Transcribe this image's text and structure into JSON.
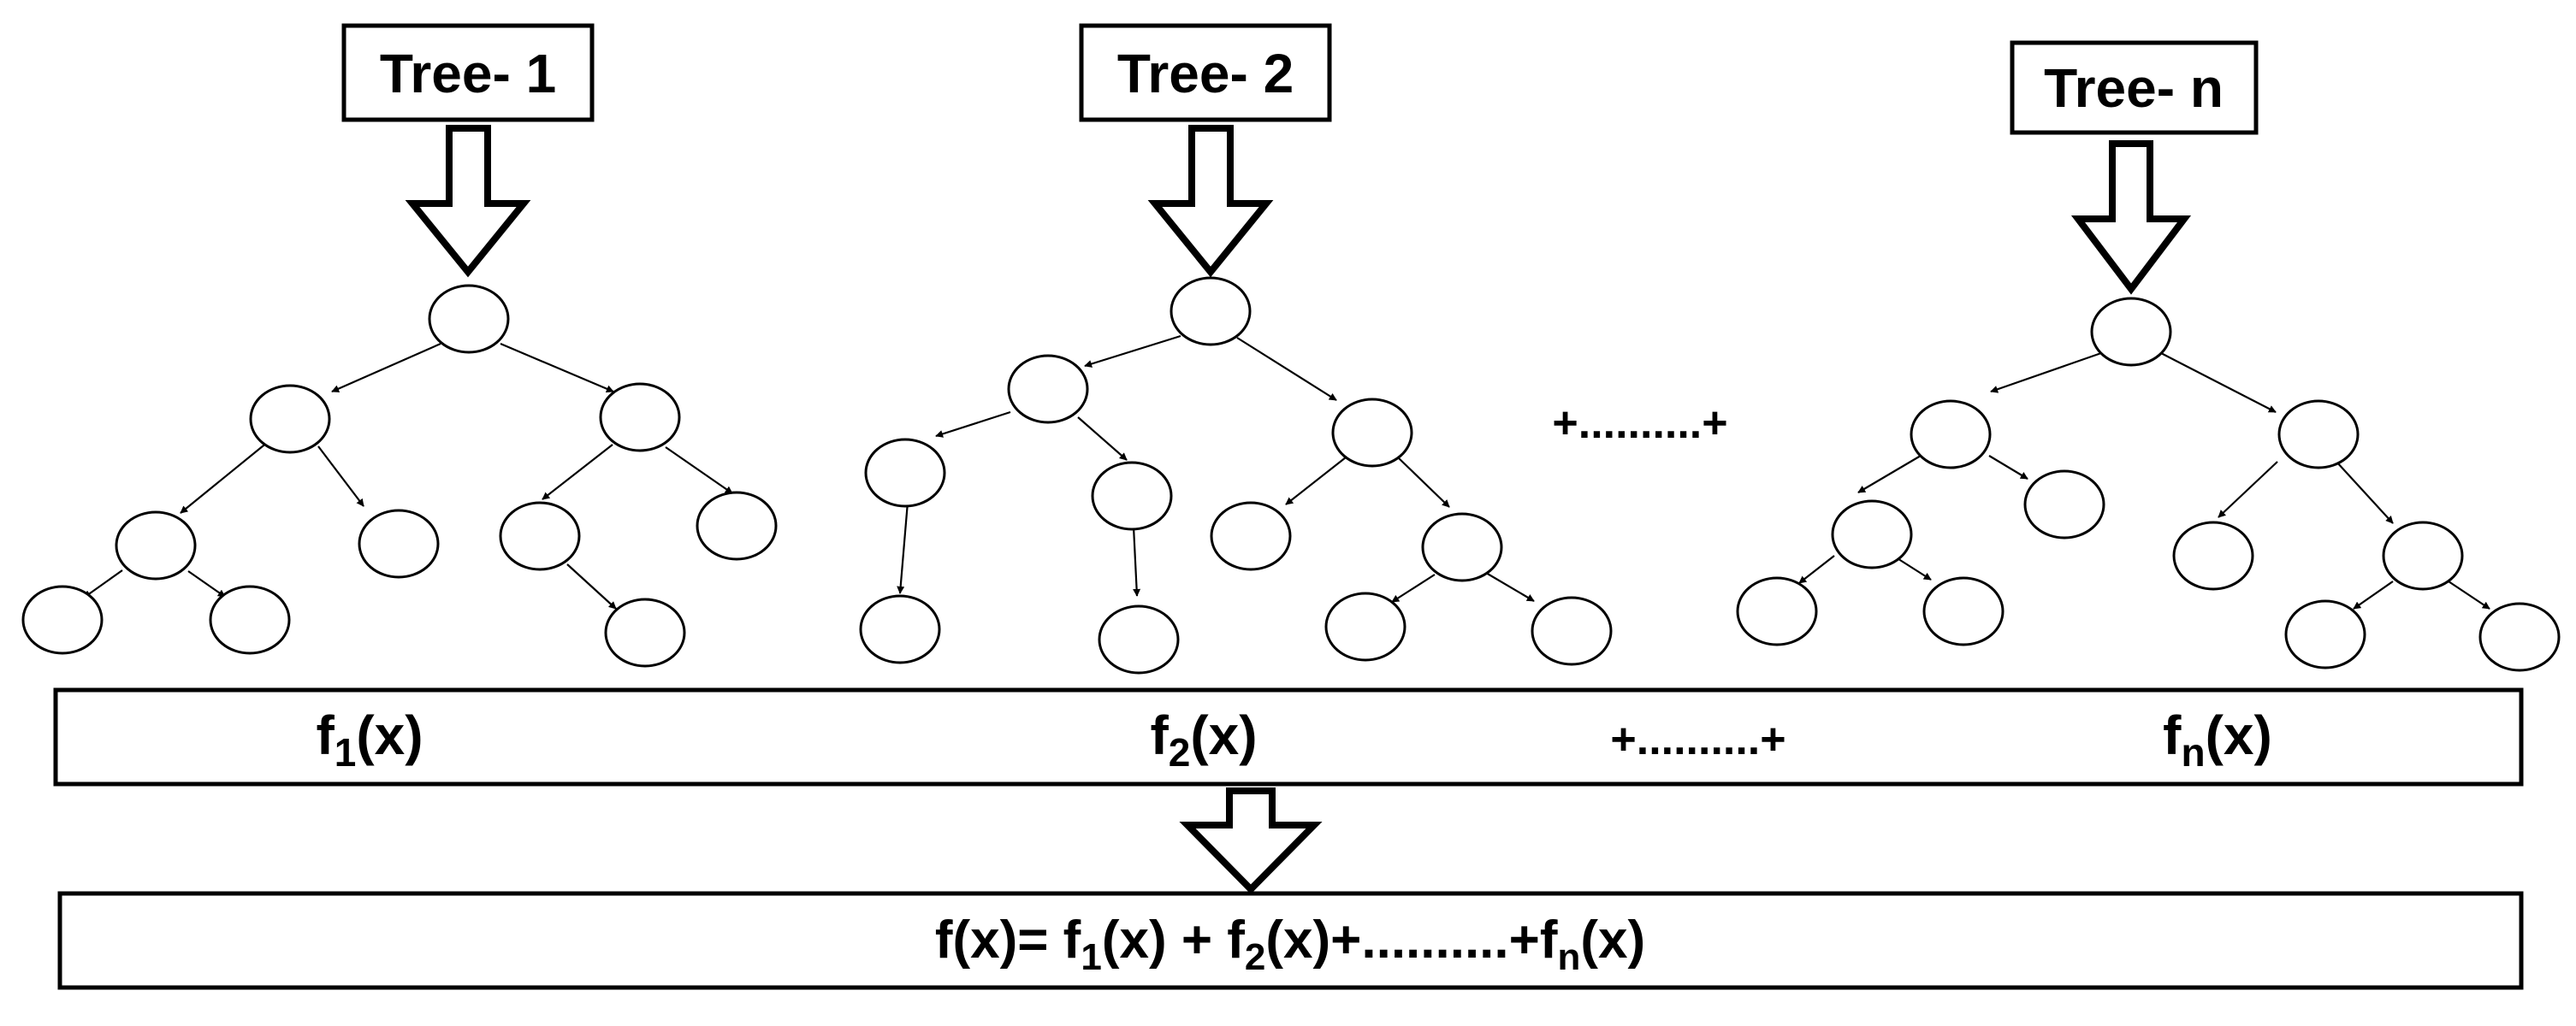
{
  "trees": [
    {
      "label": "Tree- 1"
    },
    {
      "label": "Tree- 2"
    },
    {
      "label": "Tree- n"
    }
  ],
  "tree_gap_text": "+..........+",
  "outputs": [
    {
      "prefix": "f",
      "subscript": "1",
      "suffix": "(x)"
    },
    {
      "prefix": "f",
      "subscript": "2",
      "suffix": "(x)"
    },
    {
      "prefix": "f",
      "subscript": "n",
      "suffix": "(x)"
    }
  ],
  "output_gap_text": "+..........+",
  "sum": {
    "lhs": "f(x)= ",
    "t1_prefix": "f",
    "t1_sub": "1",
    "t1_suffix": "(x) + ",
    "t2_prefix": "f",
    "t2_sub": "2",
    "t2_suffix": "(x)+..........+",
    "tn_prefix": "f",
    "tn_sub": "n",
    "tn_suffix": "(x)"
  }
}
